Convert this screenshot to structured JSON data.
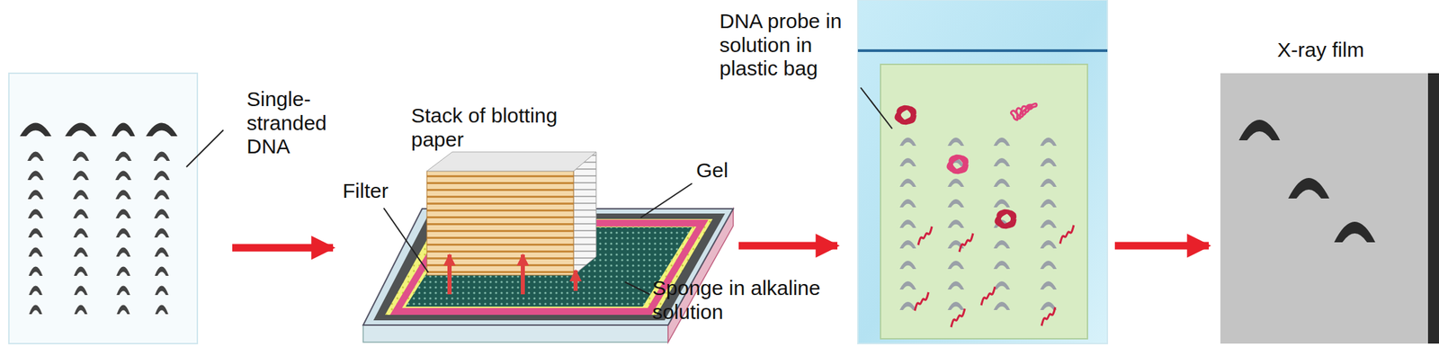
{
  "diagram": {
    "labels": [
      "Single-stranded DNA",
      "Stack of blotting paper",
      "Filter",
      "Gel",
      "Sponge in alkaline solution",
      "DNA probe in solution in plastic bag",
      "X-ray film"
    ]
  }
}
